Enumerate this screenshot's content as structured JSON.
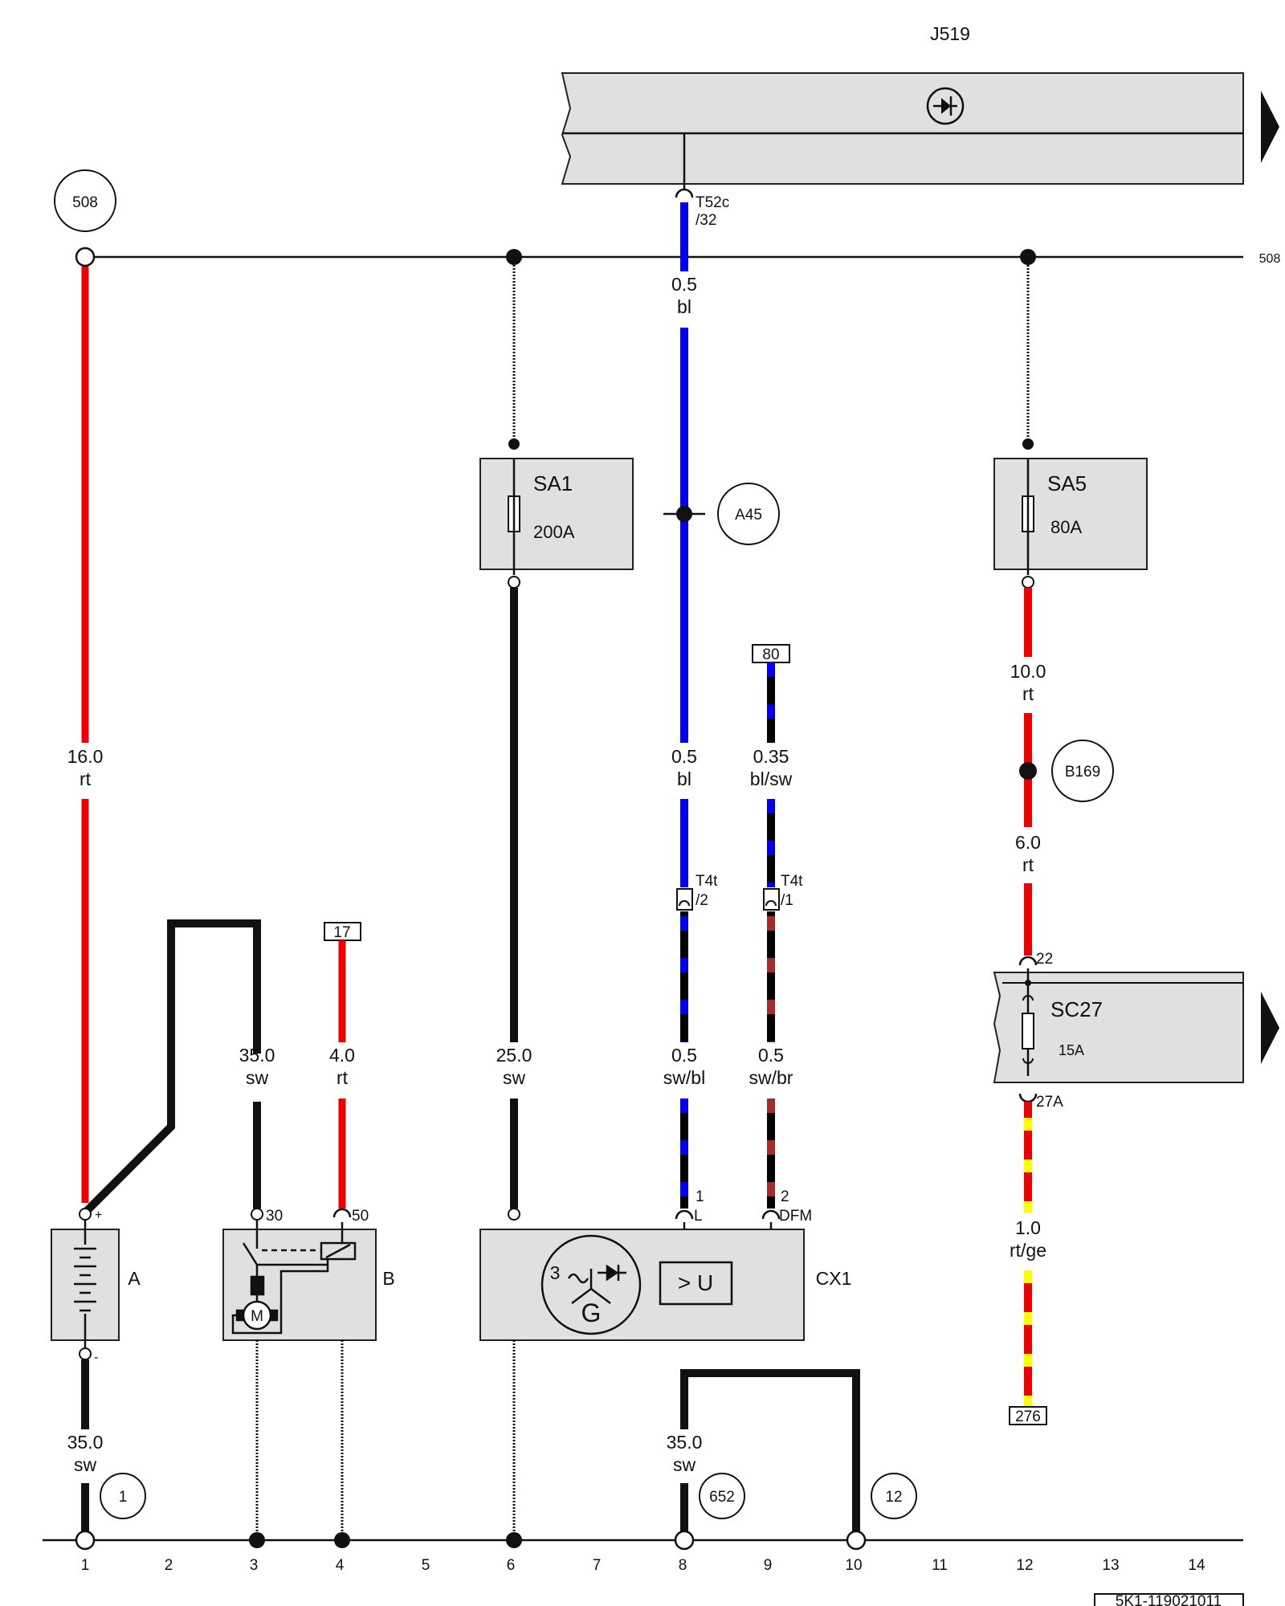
{
  "components": {
    "j519": "J519",
    "sa1": {
      "name": "SA1",
      "rating": "200A"
    },
    "sa5": {
      "name": "SA5",
      "rating": "80A"
    },
    "sc27": {
      "name": "SC27",
      "rating": "15A"
    },
    "battery": "A",
    "starter": "B",
    "alternator": "CX1",
    "regulator_label": "> U",
    "generator_symbol": "G",
    "generator_phase": "3"
  },
  "connectors": {
    "t52c": [
      "T52c",
      "/32"
    ],
    "t4t_2": [
      "T4t",
      "/2"
    ],
    "t4t_1": [
      "T4t",
      "/1"
    ],
    "sc27_in": "22",
    "sc27_out": "27A",
    "b_30": "30",
    "b_50": "50",
    "cx1_l": [
      "1",
      "L"
    ],
    "cx1_dfm": [
      "2",
      "DFM"
    ],
    "batt_plus": "+",
    "batt_minus": "-"
  },
  "references": {
    "bus_508": "508",
    "bus_508_right": "508",
    "a45": "A45",
    "b169": "B169",
    "ground_1": "1",
    "ground_652": "652",
    "ground_12": "12",
    "box_80": "80",
    "box_17": "17",
    "box_276": "276"
  },
  "wires": {
    "w1": {
      "size": "16.0",
      "color": "rt"
    },
    "w2": {
      "size": "35.0",
      "color": "sw"
    },
    "w3": {
      "size": "35.0",
      "color": "sw"
    },
    "w4": {
      "size": "4.0",
      "color": "rt"
    },
    "w5": {
      "size": "25.0",
      "color": "sw"
    },
    "w6": {
      "size": "0.5",
      "color": "bl"
    },
    "w7": {
      "size": "0.5",
      "color": "bl"
    },
    "w8": {
      "size": "0.5",
      "color": "sw/bl"
    },
    "w9": {
      "size": "0.35",
      "color": "bl/sw"
    },
    "w10": {
      "size": "0.5",
      "color": "sw/br"
    },
    "w11": {
      "size": "10.0",
      "color": "rt"
    },
    "w12": {
      "size": "6.0",
      "color": "rt"
    },
    "w13": {
      "size": "1.0",
      "color": "rt/ge"
    },
    "w14": {
      "size": "35.0",
      "color": "sw"
    }
  },
  "wire_colors": {
    "rt": "#ee0000",
    "sw": "#000000",
    "bl": "#0000ee",
    "br": "#a52a2a",
    "ge": "#ffff00"
  },
  "grid_numbers": [
    "1",
    "2",
    "3",
    "4",
    "5",
    "6",
    "7",
    "8",
    "9",
    "10",
    "11",
    "12",
    "13",
    "14"
  ],
  "doc_id": "5K1-119021011"
}
